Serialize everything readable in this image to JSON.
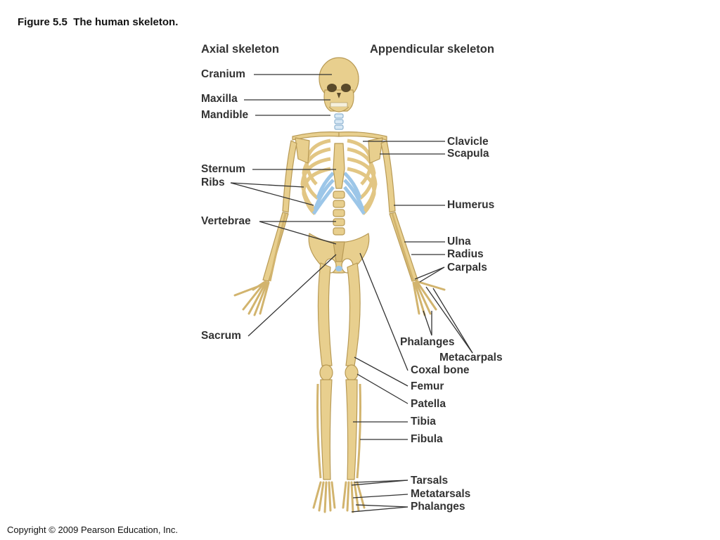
{
  "figure": {
    "title": "Figure 5.5  The human skeleton.",
    "copyright": "Copyright © 2009 Pearson Education, Inc."
  },
  "headings": {
    "axial": "Axial skeleton",
    "appendicular": "Appendicular skeleton"
  },
  "labels": {
    "cranium": "Cranium",
    "maxilla": "Maxilla",
    "mandible": "Mandible",
    "sternum": "Sternum",
    "ribs": "Ribs",
    "vertebrae": "Vertebrae",
    "sacrum": "Sacrum",
    "clavicle": "Clavicle",
    "scapula": "Scapula",
    "humerus": "Humerus",
    "ulna": "Ulna",
    "radius": "Radius",
    "carpals": "Carpals",
    "phalanges_hand": "Phalanges",
    "metacarpals": "Metacarpals",
    "coxal_bone": "Coxal bone",
    "femur": "Femur",
    "patella": "Patella",
    "tibia": "Tibia",
    "fibula": "Fibula",
    "tarsals": "Tarsals",
    "metatarsals": "Metatarsals",
    "phalanges_foot": "Phalanges"
  },
  "colors": {
    "bone": "#e8cf8e",
    "bone_outline": "#b89a55",
    "cartilage": "#9cc6e8",
    "leader_line": "#333333"
  }
}
